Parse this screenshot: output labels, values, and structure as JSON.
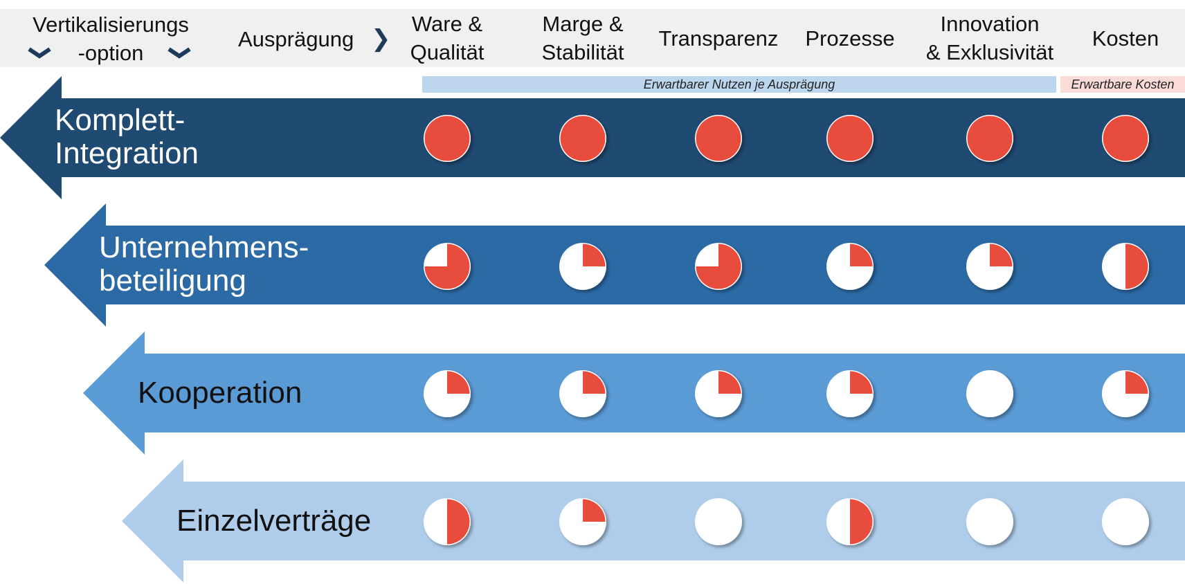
{
  "header": {
    "option_label_line1": "Vertikalisierungs",
    "option_label_line2": "-option",
    "auspraegung_label": "Ausprägung",
    "chevron_right": "❯",
    "columns": [
      {
        "line1": "Ware &",
        "line2": "Qualität"
      },
      {
        "line1": "Marge &",
        "line2": "Stabilität"
      },
      {
        "line1": "Transparenz",
        "line2": ""
      },
      {
        "line1": "Prozesse",
        "line2": ""
      },
      {
        "line1": "Innovation",
        "line2": "& Exklusivität"
      },
      {
        "line1": "Kosten",
        "line2": ""
      }
    ]
  },
  "bands": {
    "benefit": "Erwartbarer Nutzen je Ausprägung",
    "cost": "Erwartbare Kosten"
  },
  "colors": {
    "header_bg": "#f0f0f0",
    "pie_fill": "#e84c3d",
    "pie_base": "#ffffff",
    "benefit_band": "#bcd6ee",
    "cost_band": "#fadbd8"
  },
  "rows": [
    {
      "line1": "Komplett-",
      "line2": "Integration",
      "color": "#1f4a72",
      "text_color": "#ffffff",
      "levels": [
        1,
        1,
        1,
        1,
        1,
        1
      ]
    },
    {
      "line1": "Unternehmens-",
      "line2": "beteiligung",
      "color": "#2c6aa5",
      "text_color": "#ffffff",
      "levels": [
        0.75,
        0.25,
        0.75,
        0.25,
        0.25,
        0.5
      ]
    },
    {
      "line1": "Kooperation",
      "line2": "",
      "color": "#5b9bd5",
      "text_color": "#111111",
      "levels": [
        0.25,
        0.25,
        0.25,
        0.25,
        0,
        0.25
      ]
    },
    {
      "line1": "Einzelverträge",
      "line2": "",
      "color": "#afcdeb",
      "text_color": "#111111",
      "levels": [
        0.5,
        0.25,
        0,
        0.5,
        0,
        0
      ]
    }
  ]
}
